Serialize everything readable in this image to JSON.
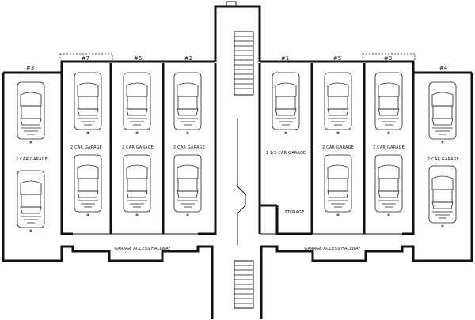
{
  "garages": [
    {
      "id": "g3",
      "number": "#3",
      "label": "2 CAR GARAGE"
    },
    {
      "id": "g7",
      "number": "#7",
      "label": "2 CAR GARAGE"
    },
    {
      "id": "g6",
      "number": "#6",
      "label": "2 CAR GARAGE"
    },
    {
      "id": "g2",
      "number": "#2",
      "label": "2 CAR GARAGE"
    },
    {
      "id": "g1",
      "number": "#1",
      "label": "1 1/2 CAR GARAGE"
    },
    {
      "id": "g5",
      "number": "#5",
      "label": "2 CAR GARAGE"
    },
    {
      "id": "g8",
      "number": "#8",
      "label": "2 CAR GARAGE"
    },
    {
      "id": "g4",
      "number": "#4",
      "label": "2 CAR GARAGE"
    }
  ],
  "storage_label": "STORAGE",
  "hallway_left_label": "GARAGE ACCESS HALLWAY",
  "hallway_right_label": "GARAGE ACCESS HALLWAY",
  "colors": {
    "line": "#111111",
    "background": "#ffffff"
  }
}
